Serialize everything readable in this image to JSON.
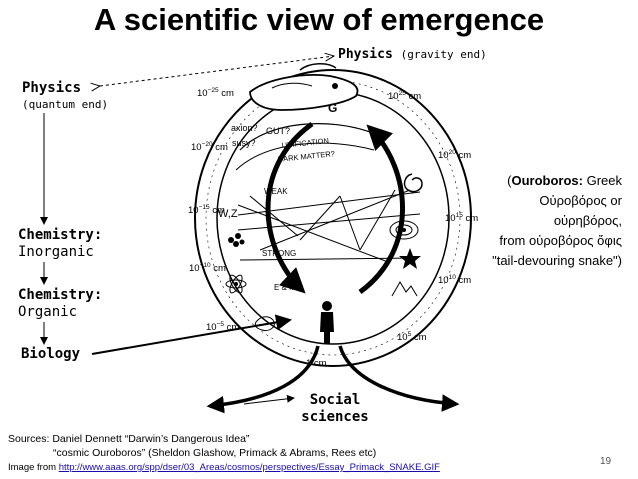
{
  "title": "A scientific view of emergence",
  "physics_gravity": {
    "label": "Physics",
    "sub": "(gravity end)"
  },
  "physics_quantum": {
    "label": "Physics",
    "sub": "(quantum end)"
  },
  "chemistry_inorganic": {
    "label": "Chemistry:",
    "sub": "Inorganic"
  },
  "chemistry_organic": {
    "label": "Chemistry:",
    "sub": "Organic"
  },
  "biology": "Biology",
  "social_sciences": {
    "line1": "Social",
    "line2": "sciences"
  },
  "ouroboros": {
    "line1_bold": "Ouroboros:",
    "line1_rest": " Greek",
    "line2": "Οὐροβόρος or",
    "line3": "οὐρηβόρος,",
    "line4": "from οὐροβόρος ὄφις",
    "line5": "\"tail-devouring snake\")"
  },
  "sources": {
    "line1": "Sources: Daniel Dennett “Darwin’s Dangerous Idea”",
    "line2": "“cosmic Ouroboros” (Sheldon Glashow, Primack & Abrams, Rees etc)"
  },
  "image_from": {
    "prefix": "Image from ",
    "url": "http://www.aaas.org/spp/dser/03_Areas/cosmos/perspectives/Essay_Primack_SNAKE.GIF"
  },
  "page_number": "19",
  "diagram": {
    "scales_left": [
      "10−25 cm",
      "10−20 cm",
      "10−15 cm",
      "10−10 cm",
      "10−5 cm"
    ],
    "scales_right": [
      "1025 cm",
      "1020 cm",
      "1015 cm",
      "1010 cm",
      "105 cm"
    ],
    "scale_bottom": "1 cm",
    "labels": [
      "GUT?",
      "axion?",
      "susy?",
      "UNIFICATION",
      "DARK MATTER?",
      "WEAK",
      "STRONG",
      "E & M",
      "W,Z",
      "G"
    ]
  }
}
